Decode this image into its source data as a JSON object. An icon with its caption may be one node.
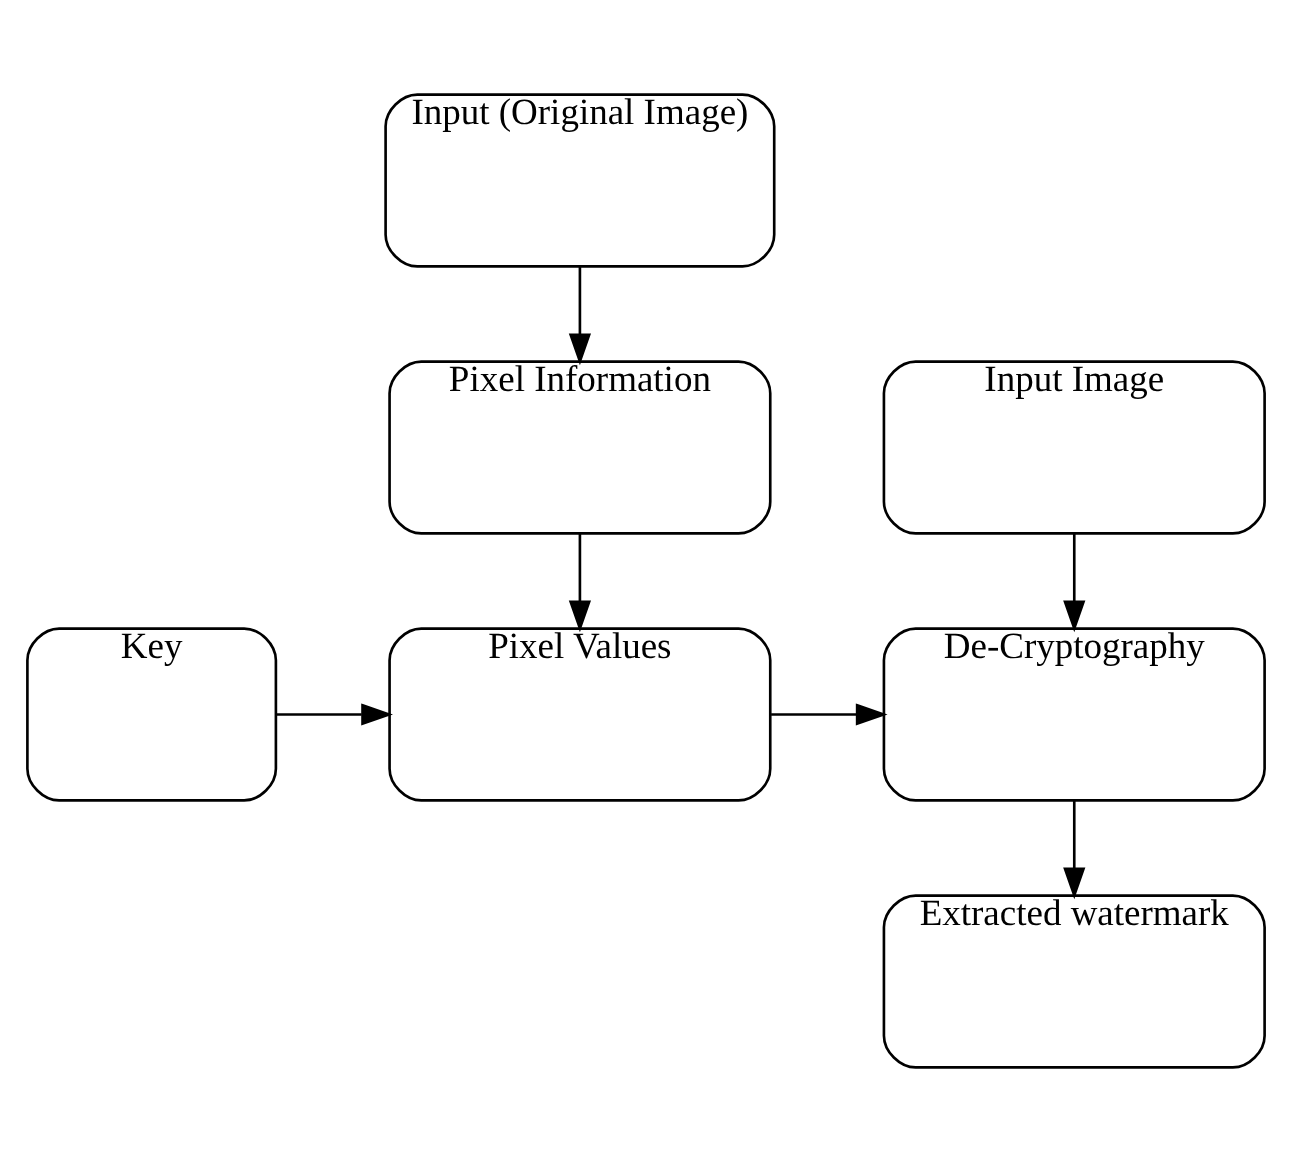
{
  "diagram": {
    "nodes": [
      {
        "text": [
          "Input (Original Image)"
        ]
      },
      {
        "text": [
          "Pixel Information"
        ]
      },
      {
        "text": [
          "Input Image"
        ]
      },
      {
        "text": [
          "Key"
        ]
      },
      {
        "text": [
          "Pixel Values"
        ]
      },
      {
        "text": [
          "De-Cryptography"
        ]
      },
      {
        "text": [
          "Extracted watermark"
        ]
      }
    ],
    "edges": [
      {
        "from": 0,
        "to": 1,
        "arrow": "to"
      },
      {
        "from": 1,
        "to": 4,
        "arrow": "to"
      },
      {
        "from": 3,
        "to": 4,
        "arrow": "to"
      },
      {
        "from": 4,
        "to": 5,
        "arrow": "to"
      },
      {
        "from": 2,
        "to": 5,
        "arrow": "to"
      },
      {
        "from": 5,
        "to": 6,
        "arrow": "to"
      }
    ]
  }
}
